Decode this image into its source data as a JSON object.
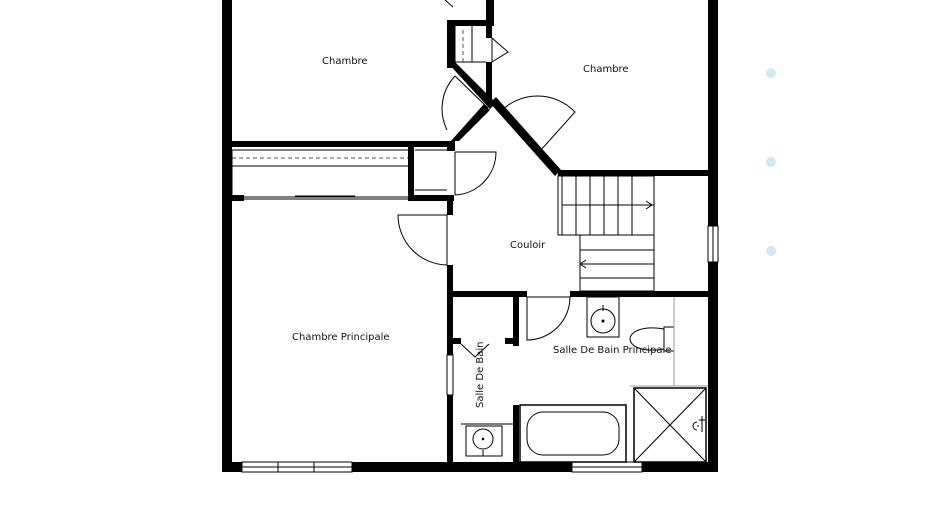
{
  "rooms": {
    "chambre_1": "Chambre",
    "chambre_2": "Chambre",
    "couloir": "Couloir",
    "chambre_principale": "Chambre Principale",
    "salle_de_bain": "Salle De Bain",
    "salle_de_bain_principale": "Salle De Bain Principale"
  },
  "colors": {
    "wall": "#000000",
    "marker": "#cfe9f3"
  },
  "icons": [
    "door-swing-icon",
    "stair-arrow-icon",
    "sink-icon",
    "toilet-icon",
    "bathtub-icon",
    "shower-icon",
    "window-icon"
  ]
}
